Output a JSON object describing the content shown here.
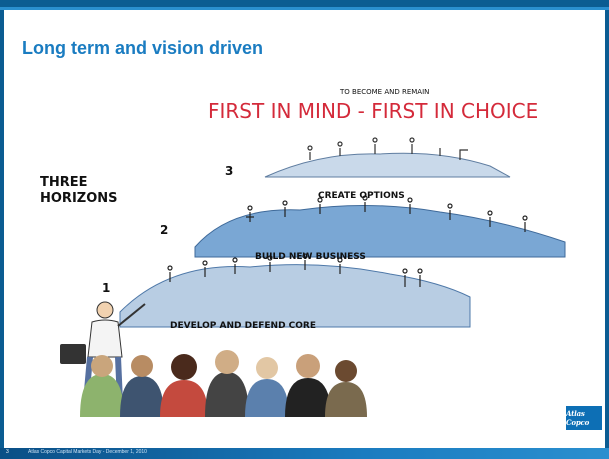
{
  "slide": {
    "title": "Long term and vision driven",
    "subtitle_small": "TO BECOME AND REMAIN",
    "headline": "FIRST IN MIND - FIRST IN CHOICE",
    "three_horizons_line1": "THREE",
    "three_horizons_line2": "HORIZONS",
    "horizons": [
      {
        "number": "1",
        "label": "DEVELOP AND DEFEND CORE"
      },
      {
        "number": "2",
        "label": "BUILD NEW BUSINESS"
      },
      {
        "number": "3",
        "label": "CREATE OPTIONS"
      }
    ],
    "logo_text": "Atlas Copco",
    "footer_text": "Atlas Copco Capital Markets Day - December 1, 2010",
    "page_number": "3"
  },
  "colors": {
    "title": "#1a7cc1",
    "headline": "#d42a3a",
    "brand_blue": "#0d6fb5",
    "band": "#0b5c92"
  }
}
